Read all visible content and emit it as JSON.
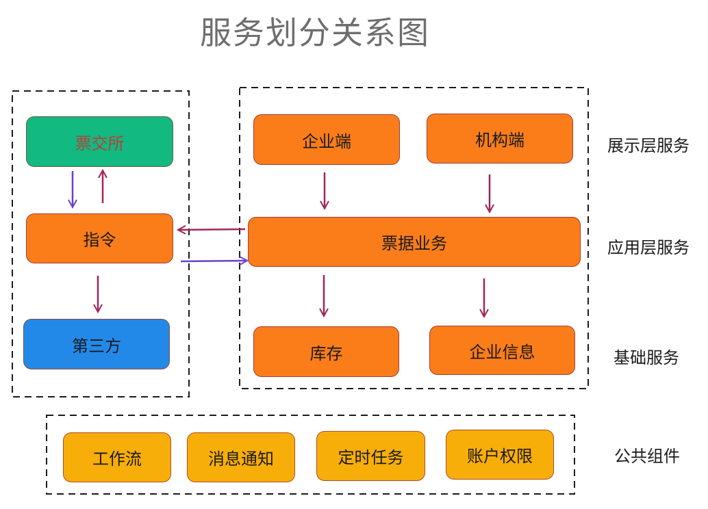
{
  "title": "服务划分关系图",
  "left_group": {
    "exchange": "票交所",
    "command": "指令",
    "third_party": "第三方"
  },
  "right_group": {
    "enterprise_end": "企业端",
    "institution_end": "机构端",
    "bill_business": "票据业务",
    "inventory": "库存",
    "enterprise_info": "企业信息"
  },
  "common_group": {
    "workflow": "工作流",
    "notification": "消息通知",
    "scheduled_task": "定时任务",
    "account_permission": "账户权限"
  },
  "layers": {
    "presentation": "展示层服务",
    "application": "应用层服务",
    "basic": "基础服务",
    "common": "公共组件"
  },
  "colors": {
    "orange": "#fb7d1a",
    "green": "#12b981",
    "blue": "#2389e9",
    "yellow": "#f8ae08",
    "arrow_red": "#a0245a",
    "arrow_purple": "#6a3fd0"
  }
}
